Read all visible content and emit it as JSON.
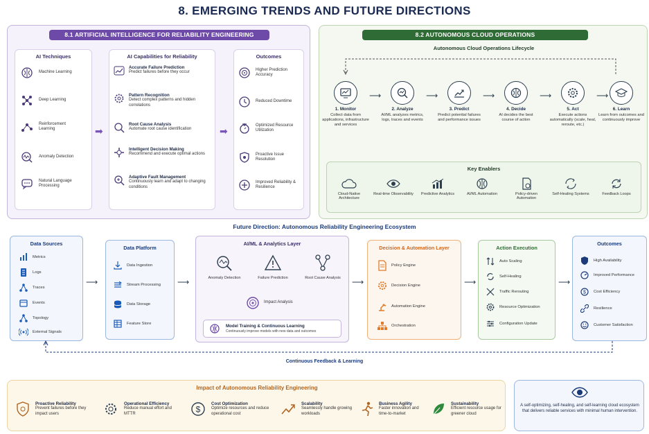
{
  "title": "8. EMERGING TRENDS AND FUTURE DIRECTIONS",
  "colors": {
    "purple": "#6e4aa8",
    "green": "#2f6b34",
    "blue": "#1a3a7a",
    "orange": "#e07b2c"
  },
  "ai": {
    "header": "8.1 ARTIFICIAL INTELLIGENCE FOR RELIABILITY ENGINEERING",
    "techniques_title": "AI Techniques",
    "techniques": [
      {
        "icon": "brain-icon",
        "label": "Machine Learning"
      },
      {
        "icon": "network-icon",
        "label": "Deep Learning"
      },
      {
        "icon": "nodes-icon",
        "label": "Reinforcement Learning"
      },
      {
        "icon": "anomaly-icon",
        "label": "Anomaly Detection"
      },
      {
        "icon": "chat-icon",
        "label": "Natural Language Processing"
      }
    ],
    "capabilities_title": "AI Capabilities for Reliability",
    "capabilities": [
      {
        "icon": "chart-icon",
        "title": "Accurate Failure Prediction",
        "desc": "Predict failures before they occur"
      },
      {
        "icon": "gear-icon",
        "title": "Pattern Recognition",
        "desc": "Detect complex patterns and hidden correlations"
      },
      {
        "icon": "search-icon",
        "title": "Root Cause Analysis",
        "desc": "Automate root cause identification"
      },
      {
        "icon": "decision-icon",
        "title": "Intelligent Decision Making",
        "desc": "Recommend and execute optimal actions"
      },
      {
        "icon": "adapt-icon",
        "title": "Adaptive Fault Management",
        "desc": "Continuously learn and adapt to changing conditions"
      }
    ],
    "outcomes_title": "Outcomes",
    "outcomes": [
      {
        "icon": "target-icon",
        "label": "Higher Prediction Accuracy"
      },
      {
        "icon": "clock-icon",
        "label": "Reduced Downtime"
      },
      {
        "icon": "resource-icon",
        "label": "Optimized Resource Utilization"
      },
      {
        "icon": "shield-icon",
        "label": "Proactive Issue Resolution"
      },
      {
        "icon": "plus-icon",
        "label": "Improved Reliability & Resilience"
      }
    ]
  },
  "cloud": {
    "header": "8.2 AUTONOMOUS CLOUD OPERATIONS",
    "lifecycle_title": "Autonomous Cloud Operations Lifecycle",
    "stages": [
      {
        "icon": "monitor-icon",
        "name": "1. Monitor",
        "desc": "Collect data from applications, infrastructure and services"
      },
      {
        "icon": "analyze-icon",
        "name": "2. Analyze",
        "desc": "AI/ML analyzes metrics, logs, traces and events"
      },
      {
        "icon": "predict-icon",
        "name": "3. Predict",
        "desc": "Predict potential failures and performance issues"
      },
      {
        "icon": "brain-icon",
        "name": "4. Decide",
        "desc": "AI decides the best course of action"
      },
      {
        "icon": "gear-icon",
        "name": "5. Act",
        "desc": "Execute actions automatically (scale, heal, reroute, etc.)"
      },
      {
        "icon": "graduation-icon",
        "name": "6. Learn",
        "desc": "Learn from outcomes and continuously improve"
      }
    ],
    "enablers_title": "Key Enablers",
    "enablers": [
      {
        "icon": "cloud-icon",
        "label": "Cloud-Native Architecture"
      },
      {
        "icon": "eye-icon",
        "label": "Real-time Observability"
      },
      {
        "icon": "bars-icon",
        "label": "Predictive Analytics"
      },
      {
        "icon": "brain-icon",
        "label": "AI/ML Automation"
      },
      {
        "icon": "policy-icon",
        "label": "Policy-driven Automation"
      },
      {
        "icon": "heal-icon",
        "label": "Self-Healing Systems"
      },
      {
        "icon": "loop-icon",
        "label": "Feedback Loops"
      }
    ]
  },
  "ecosystem": {
    "title": "Future Direction: Autonomous Reliability Engineering Ecosystem",
    "sources_title": "Data Sources",
    "sources": [
      "Metrics",
      "Logs",
      "Traces",
      "Events",
      "Topology",
      "External Signals"
    ],
    "platform_title": "Data Platform",
    "platform": [
      "Data Ingestion",
      "Stream Processing",
      "Data Storage",
      "Feature Store"
    ],
    "aiml_title": "AI/ML & Analytics Layer",
    "aiml": [
      "Anomaly Detection",
      "Failure Prediction",
      "Root Cause Analysis",
      "Impact Analysis"
    ],
    "training_title": "Model Training & Continuous Learning",
    "training_desc": "Continuously improve models with new data and outcomes",
    "decision_title": "Decision & Automation Layer",
    "decision": [
      "Policy Engine",
      "Decision Engine",
      "Automation Engine",
      "Orchestration"
    ],
    "action_title": "Action Execution",
    "action": [
      "Auto Scaling",
      "Self-Healing",
      "Traffic Rerouting",
      "Resource Optimization",
      "Configuration Update"
    ],
    "outcomes_title": "Outcomes",
    "outcomes": [
      "High Availability",
      "Improved Performance",
      "Cost Efficiency",
      "Resilience",
      "Customer Satisfaction"
    ],
    "feedback": "Continuous Feedback & Learning"
  },
  "impact": {
    "title": "Impact of Autonomous Reliability Engineering",
    "items": [
      {
        "icon": "shield-icon",
        "title": "Proactive Reliability",
        "desc": "Prevent failures before they impact users"
      },
      {
        "icon": "gears-icon",
        "title": "Operational Efficiency",
        "desc": "Reduce manual effort and MTTR"
      },
      {
        "icon": "dollar-icon",
        "title": "Cost Optimization",
        "desc": "Optimize resources and reduce operational cost"
      },
      {
        "icon": "trend-icon",
        "title": "Scalability",
        "desc": "Seamlessly handle growing workloads"
      },
      {
        "icon": "runner-icon",
        "title": "Business Agility",
        "desc": "Faster innovation and time-to-market"
      },
      {
        "icon": "leaf-icon",
        "title": "Sustainability",
        "desc": "Efficient resource usage for greener cloud"
      }
    ],
    "summary": "A self-optimizing, self-healing, and self-learning cloud ecosystem that delivers reliable services with minimal human intervention."
  }
}
